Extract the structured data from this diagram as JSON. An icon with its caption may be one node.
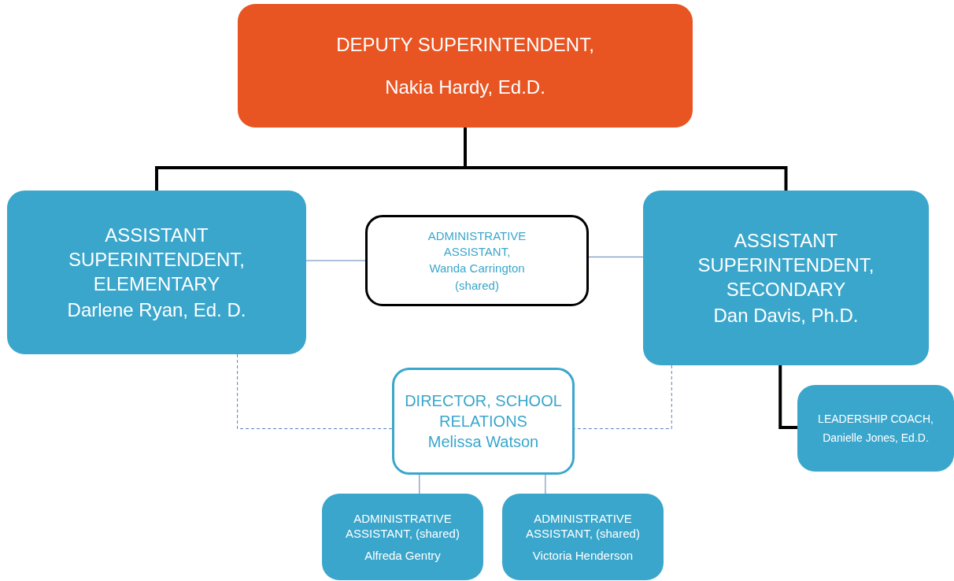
{
  "diagram": {
    "nodes": [
      {
        "text": [
          "DEPUTY SUPERINTENDENT,",
          "Nakia Hardy, Ed.D."
        ]
      },
      {
        "text": [
          "ASSISTANT SUPERINTENDENT, ELEMENTARY",
          "Darlene Ryan, Ed. D."
        ]
      },
      {
        "text": [
          "ADMINISTRATIVE ASSISTANT,",
          "Wanda Carrington",
          "(shared)"
        ]
      },
      {
        "text": [
          "ASSISTANT SUPERINTENDENT, SECONDARY",
          "Dan Davis, Ph.D."
        ]
      },
      {
        "text": [
          "DIRECTOR, SCHOOL RELATIONS",
          "Melissa Watson"
        ]
      },
      {
        "text": [
          "LEADERSHIP COACH,",
          "Danielle Jones, Ed.D."
        ]
      },
      {
        "text": [
          "ADMINISTRATIVE ASSISTANT, (shared)",
          "Alfreda Gentry"
        ]
      },
      {
        "text": [
          "ADMINISTRATIVE ASSISTANT, (shared)",
          "Victoria Henderson"
        ]
      }
    ],
    "edges": [
      {
        "from": 0,
        "to": 1,
        "arrow": "none",
        "style": "thick",
        "color": "#000000"
      },
      {
        "from": 0,
        "to": 3,
        "arrow": "none",
        "style": "thick",
        "color": "#000000"
      },
      {
        "from": 1,
        "to": 2,
        "arrow": "none"
      },
      {
        "from": 2,
        "to": 3,
        "arrow": "none"
      },
      {
        "from": 1,
        "to": 4,
        "arrow": "none",
        "style": "dashed"
      },
      {
        "from": 3,
        "to": 4,
        "arrow": "none",
        "style": "dashed"
      },
      {
        "from": 3,
        "to": 5,
        "arrow": "none",
        "style": "thick",
        "color": "#000000"
      },
      {
        "from": 4,
        "to": 6,
        "arrow": "none"
      },
      {
        "from": 4,
        "to": 7,
        "arrow": "none"
      }
    ]
  }
}
